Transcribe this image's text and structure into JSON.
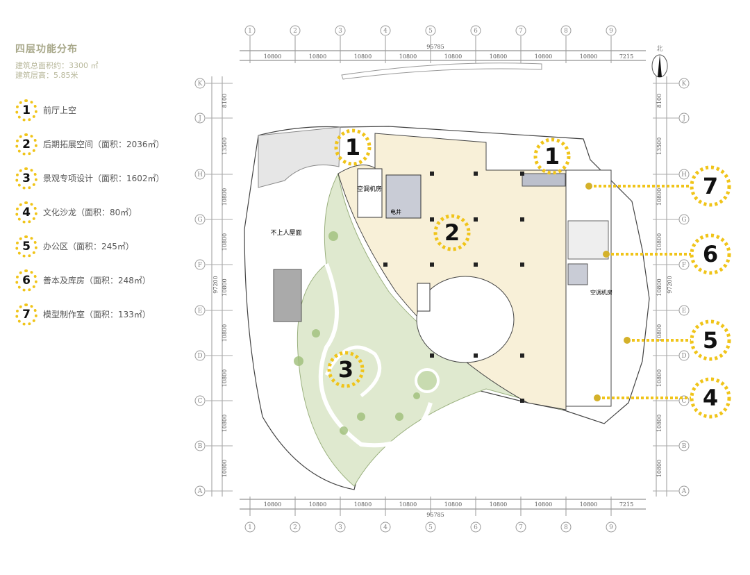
{
  "title": "四层功能分布",
  "summary": [
    "建筑总面积约：3300 ㎡",
    "建筑层高：5.85米"
  ],
  "legend": [
    {
      "num": "1",
      "label": "前厅上空"
    },
    {
      "num": "2",
      "label": "后期拓展空间（面积：2036㎡）"
    },
    {
      "num": "3",
      "label": "景观专项设计（面积：1602㎡）"
    },
    {
      "num": "4",
      "label": "文化沙龙（面积：80㎡）"
    },
    {
      "num": "5",
      "label": "办公区（面积：245㎡）"
    },
    {
      "num": "6",
      "label": "善本及库房（面积：248㎡）"
    },
    {
      "num": "7",
      "label": "模型制作室（面积：133㎡）"
    }
  ],
  "plan": {
    "col_axes": [
      "1",
      "2",
      "3",
      "4",
      "5",
      "6",
      "7",
      "8",
      "9"
    ],
    "col_dims": [
      "10800",
      "10800",
      "10800",
      "10800",
      "10800",
      "10800",
      "10800",
      "10800",
      "7215"
    ],
    "col_total": "95785",
    "row_axes": [
      "K",
      "J",
      "H",
      "G",
      "F",
      "E",
      "D",
      "C",
      "B",
      "A"
    ],
    "row_dims": [
      "8100",
      "13500",
      "10800",
      "10800",
      "10800",
      "10800",
      "10800",
      "10800",
      "10800"
    ],
    "row_total": "97200",
    "north": "北",
    "rooms": {
      "ac_room": "空调机房",
      "shaft": "电井",
      "roof": "不上人屋面",
      "ac_room_right": "空调机房"
    },
    "markers": [
      "1",
      "1",
      "2",
      "3",
      "7",
      "6",
      "5",
      "4"
    ]
  },
  "colors": {
    "accent": "#f0c419",
    "cream": "#f8f0d8",
    "green": "#cfe0b8"
  }
}
